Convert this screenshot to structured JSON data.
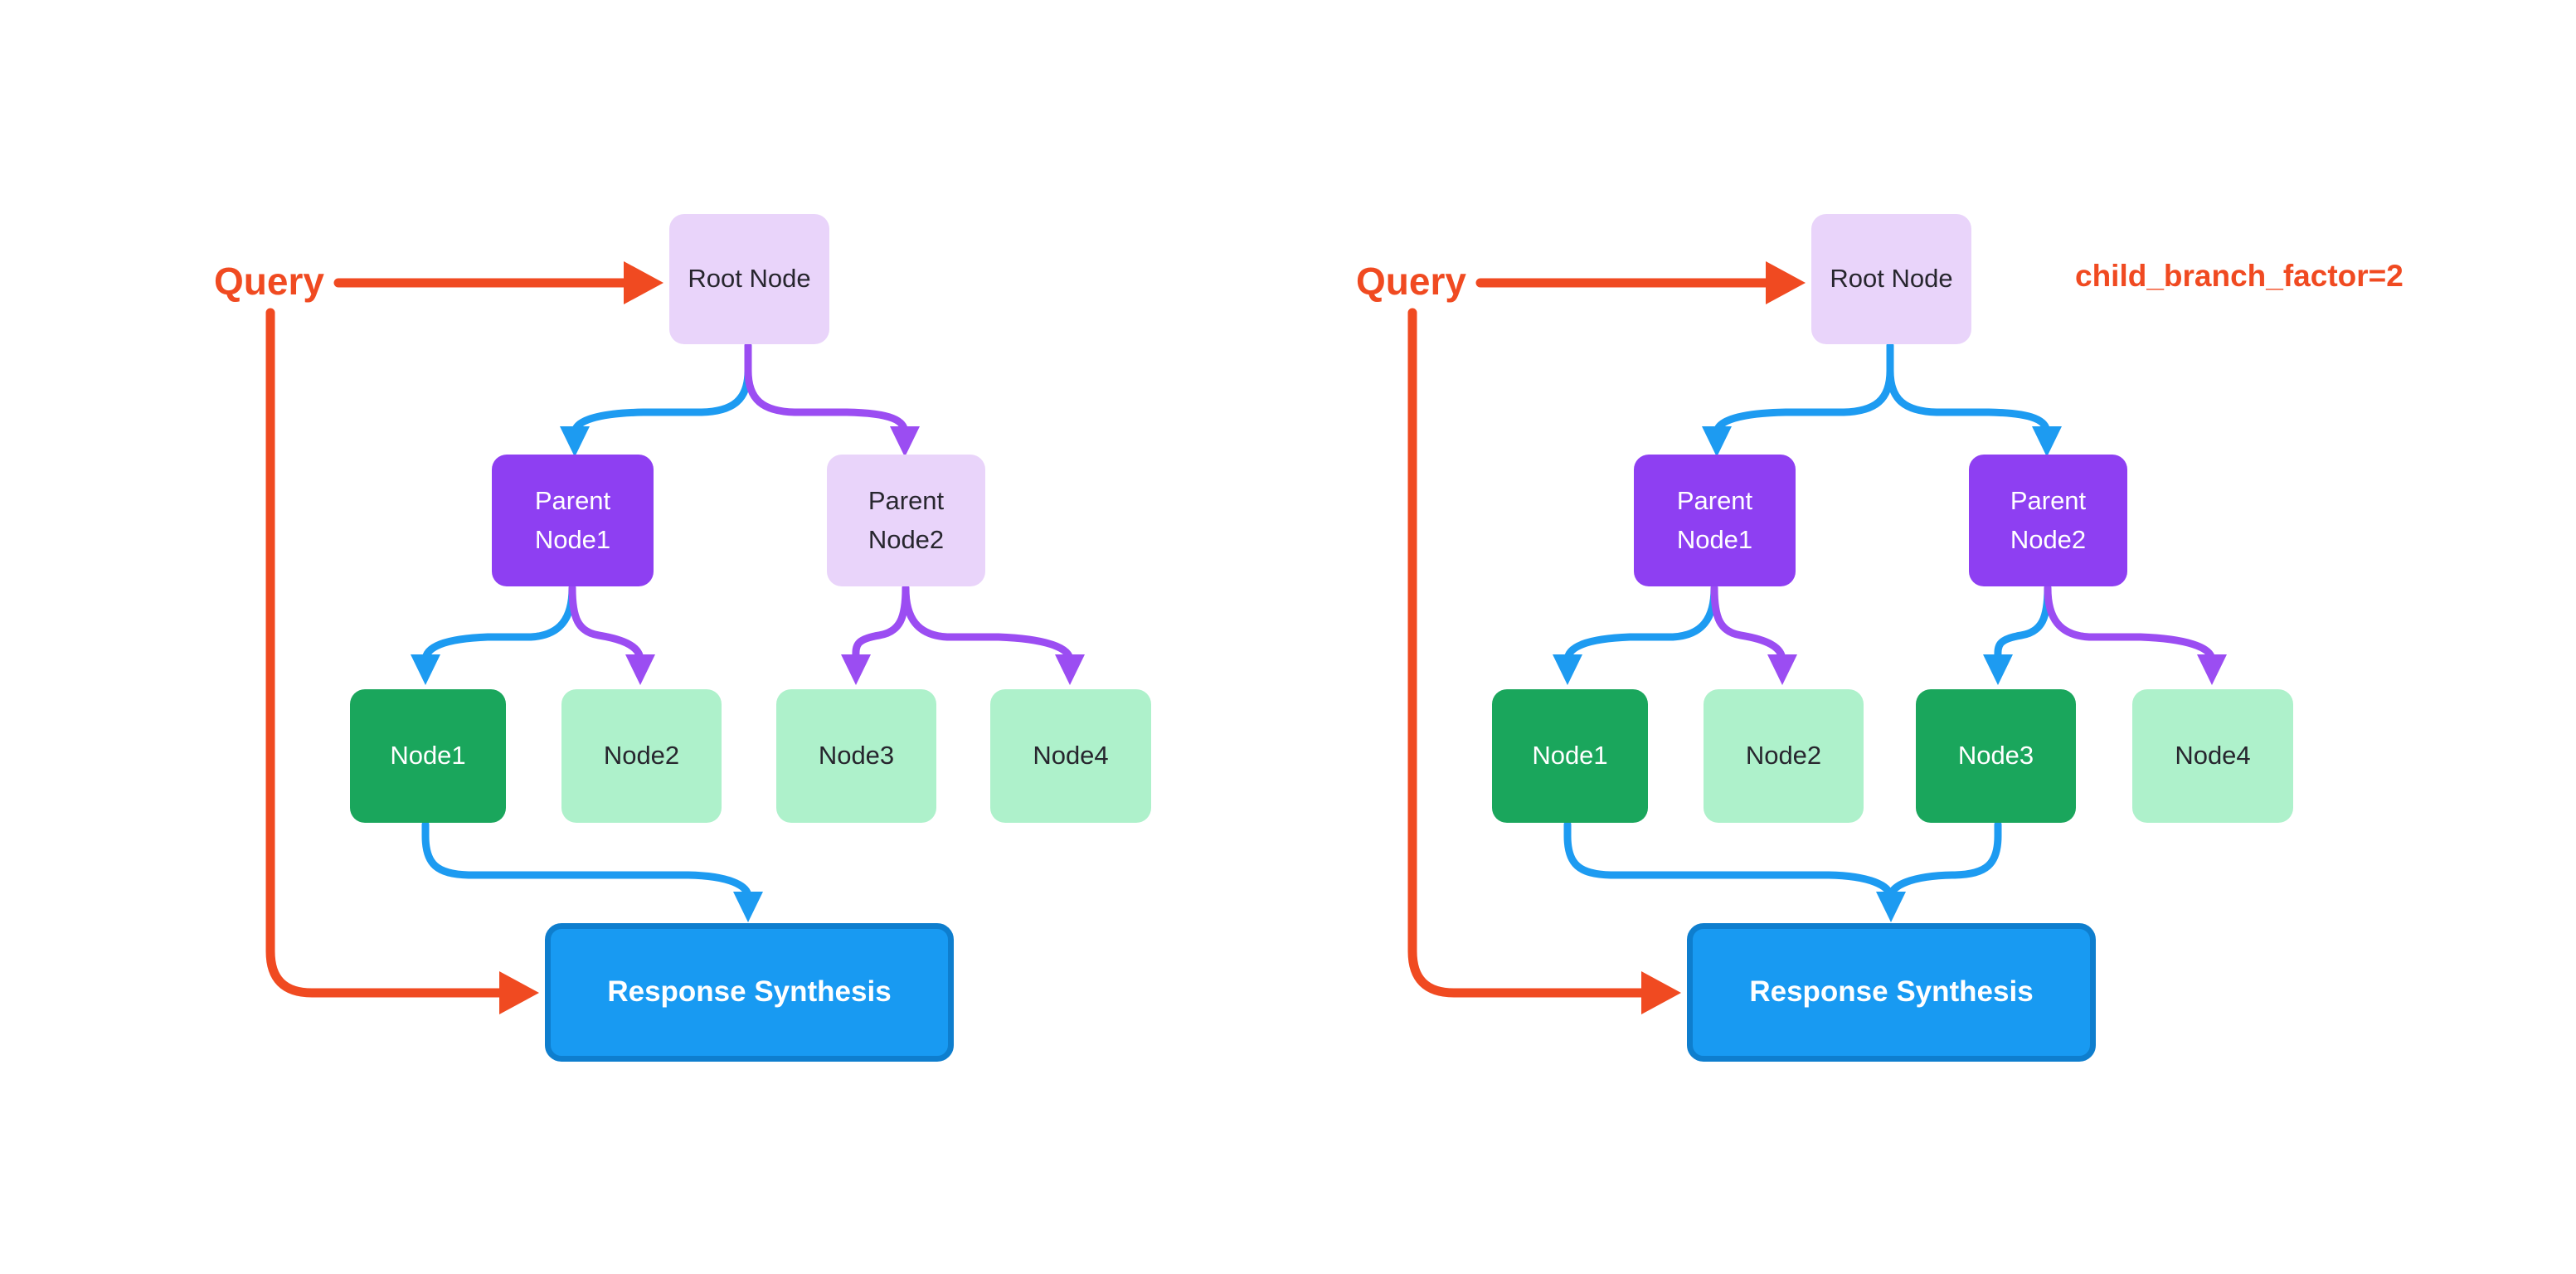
{
  "palette": {
    "query_red": "#f04a21",
    "traversal_blue": "#1d9bf1",
    "branch_purple": "#9b4df2",
    "selected_parent_purple": "#8e3ff2",
    "unselected_lavender": "#e9d4fa",
    "selected_leaf_green": "#1aa65c",
    "unselected_leaf_green": "#aef1cb",
    "synthesis_fill": "#189af2",
    "synthesis_border": "#0e7ece",
    "dark_text": "#27262e"
  },
  "left_diagram": {
    "query_label": "Query",
    "root_label": "Root Node",
    "parent_nodes": [
      {
        "label": "Parent Node1",
        "selected": true
      },
      {
        "label": "Parent Node2",
        "selected": false
      }
    ],
    "leaf_nodes": [
      {
        "label": "Node1",
        "selected": true
      },
      {
        "label": "Node2",
        "selected": false
      },
      {
        "label": "Node3",
        "selected": false
      },
      {
        "label": "Node4",
        "selected": false
      }
    ],
    "synthesis_label": "Response Synthesis"
  },
  "right_diagram": {
    "query_label": "Query",
    "annotation": "child_branch_factor=2",
    "root_label": "Root Node",
    "parent_nodes": [
      {
        "label": "Parent Node1",
        "selected": true
      },
      {
        "label": "Parent Node2",
        "selected": true
      }
    ],
    "leaf_nodes": [
      {
        "label": "Node1",
        "selected": true
      },
      {
        "label": "Node2",
        "selected": false
      },
      {
        "label": "Node3",
        "selected": true
      },
      {
        "label": "Node4",
        "selected": false
      }
    ],
    "synthesis_label": "Response Synthesis"
  }
}
